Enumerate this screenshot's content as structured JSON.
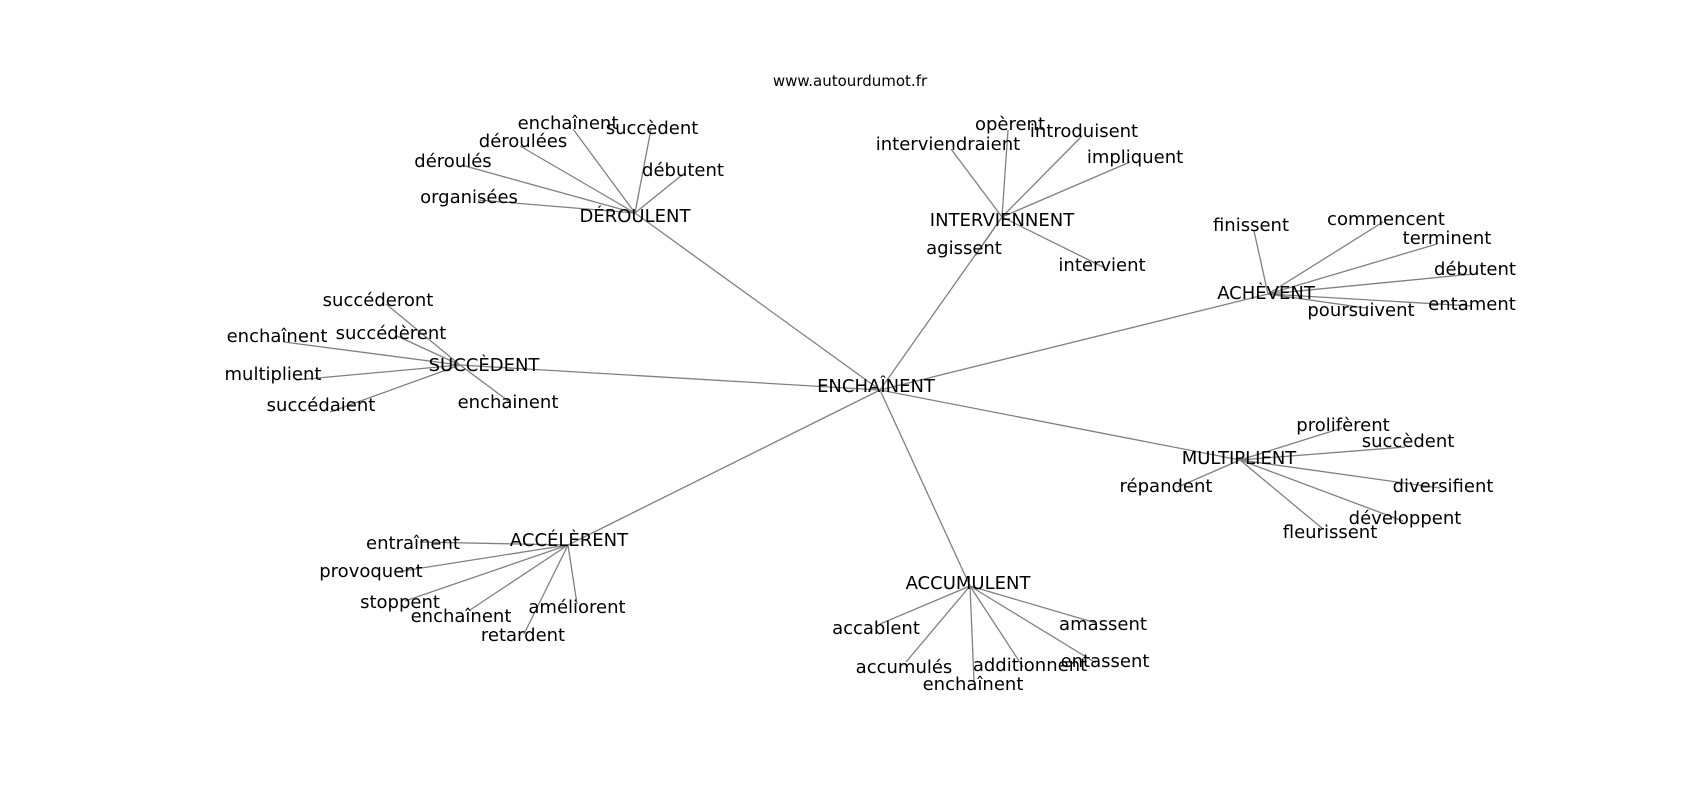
{
  "source": "www.autourdumot.fr",
  "center": "ENCHAÎNENT",
  "clusters": [
    {
      "hub": "DÉROULENT",
      "leaves": [
        "enchaînent",
        "succèdent",
        "déroulées",
        "déroulés",
        "débutent",
        "organisées"
      ]
    },
    {
      "hub": "INTERVIENNENT",
      "leaves": [
        "opèrent",
        "introduisent",
        "interviendraient",
        "impliquent",
        "agissent",
        "intervient"
      ]
    },
    {
      "hub": "ACHÈVENT",
      "leaves": [
        "finissent",
        "commencent",
        "terminent",
        "débutent",
        "entament",
        "poursuivent"
      ]
    },
    {
      "hub": "SUCCÈDENT",
      "leaves": [
        "succéderont",
        "enchaînent",
        "succédèrent",
        "multiplient",
        "succédaient",
        "enchainent"
      ]
    },
    {
      "hub": "MULTIPLIENT",
      "leaves": [
        "prolifèrent",
        "succèdent",
        "répandent",
        "diversifient",
        "développent",
        "fleurissent"
      ]
    },
    {
      "hub": "ACCÉLÈRENT",
      "leaves": [
        "entraînent",
        "provoquent",
        "stoppent",
        "enchaînent",
        "améliorent",
        "retardent"
      ]
    },
    {
      "hub": "ACCUMULENT",
      "leaves": [
        "accablent",
        "amassent",
        "accumulés",
        "additionnent",
        "entassent",
        "enchaînent"
      ]
    }
  ],
  "colors": {
    "edge": "#808080",
    "text": "#000000",
    "background": "#ffffff"
  }
}
